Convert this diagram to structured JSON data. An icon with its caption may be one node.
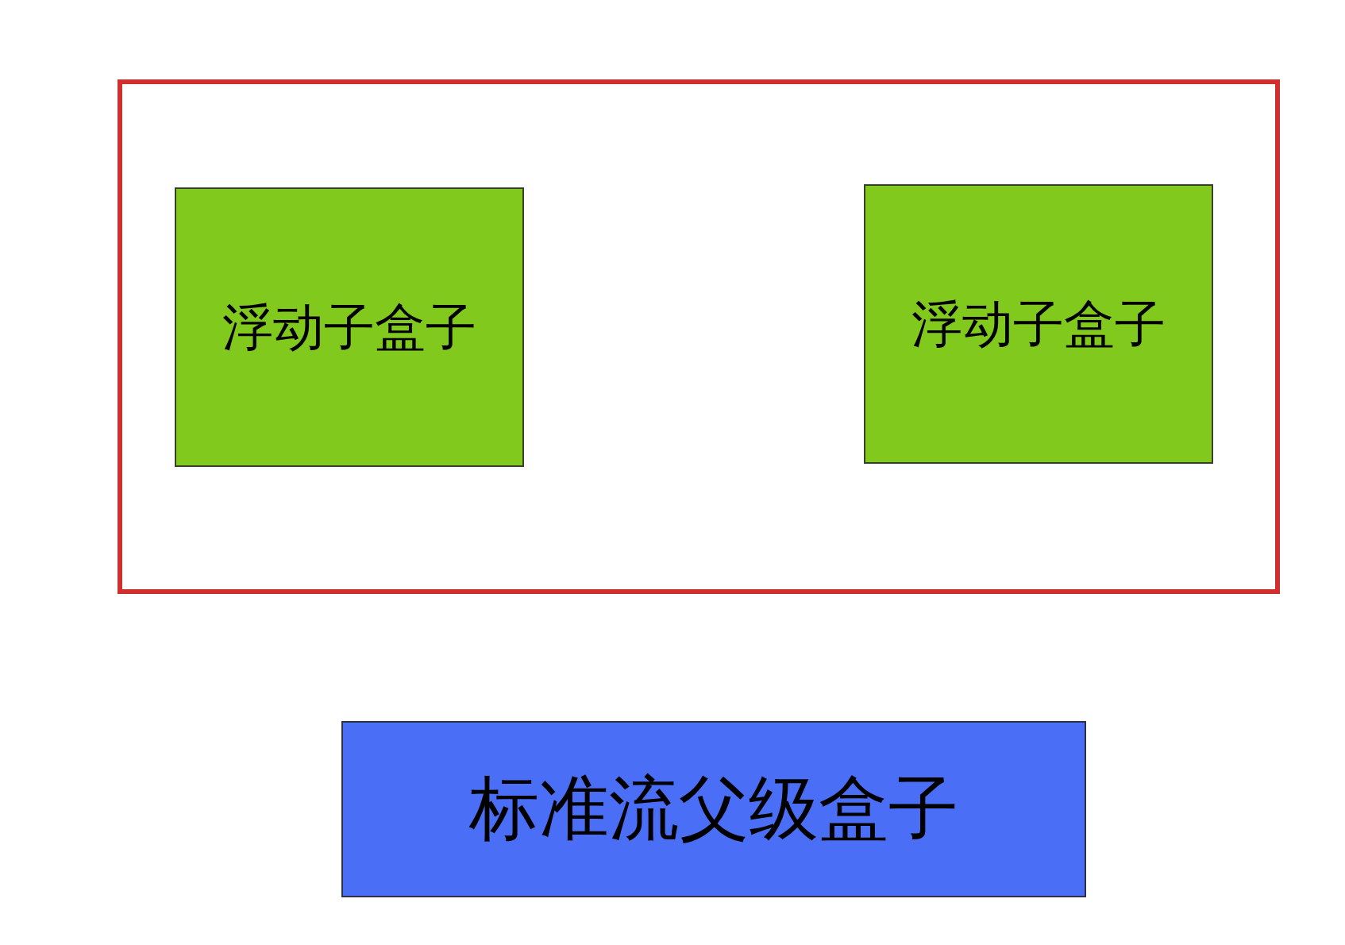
{
  "diagram": {
    "nodes": [
      {
        "text": [],
        "shape": "box"
      },
      {
        "text": [
          "浮动子盒子"
        ],
        "in": 0
      },
      {
        "text": [
          "浮动子盒子"
        ],
        "in": 0
      },
      {
        "text": [
          "标准流父级盒子"
        ]
      }
    ]
  }
}
